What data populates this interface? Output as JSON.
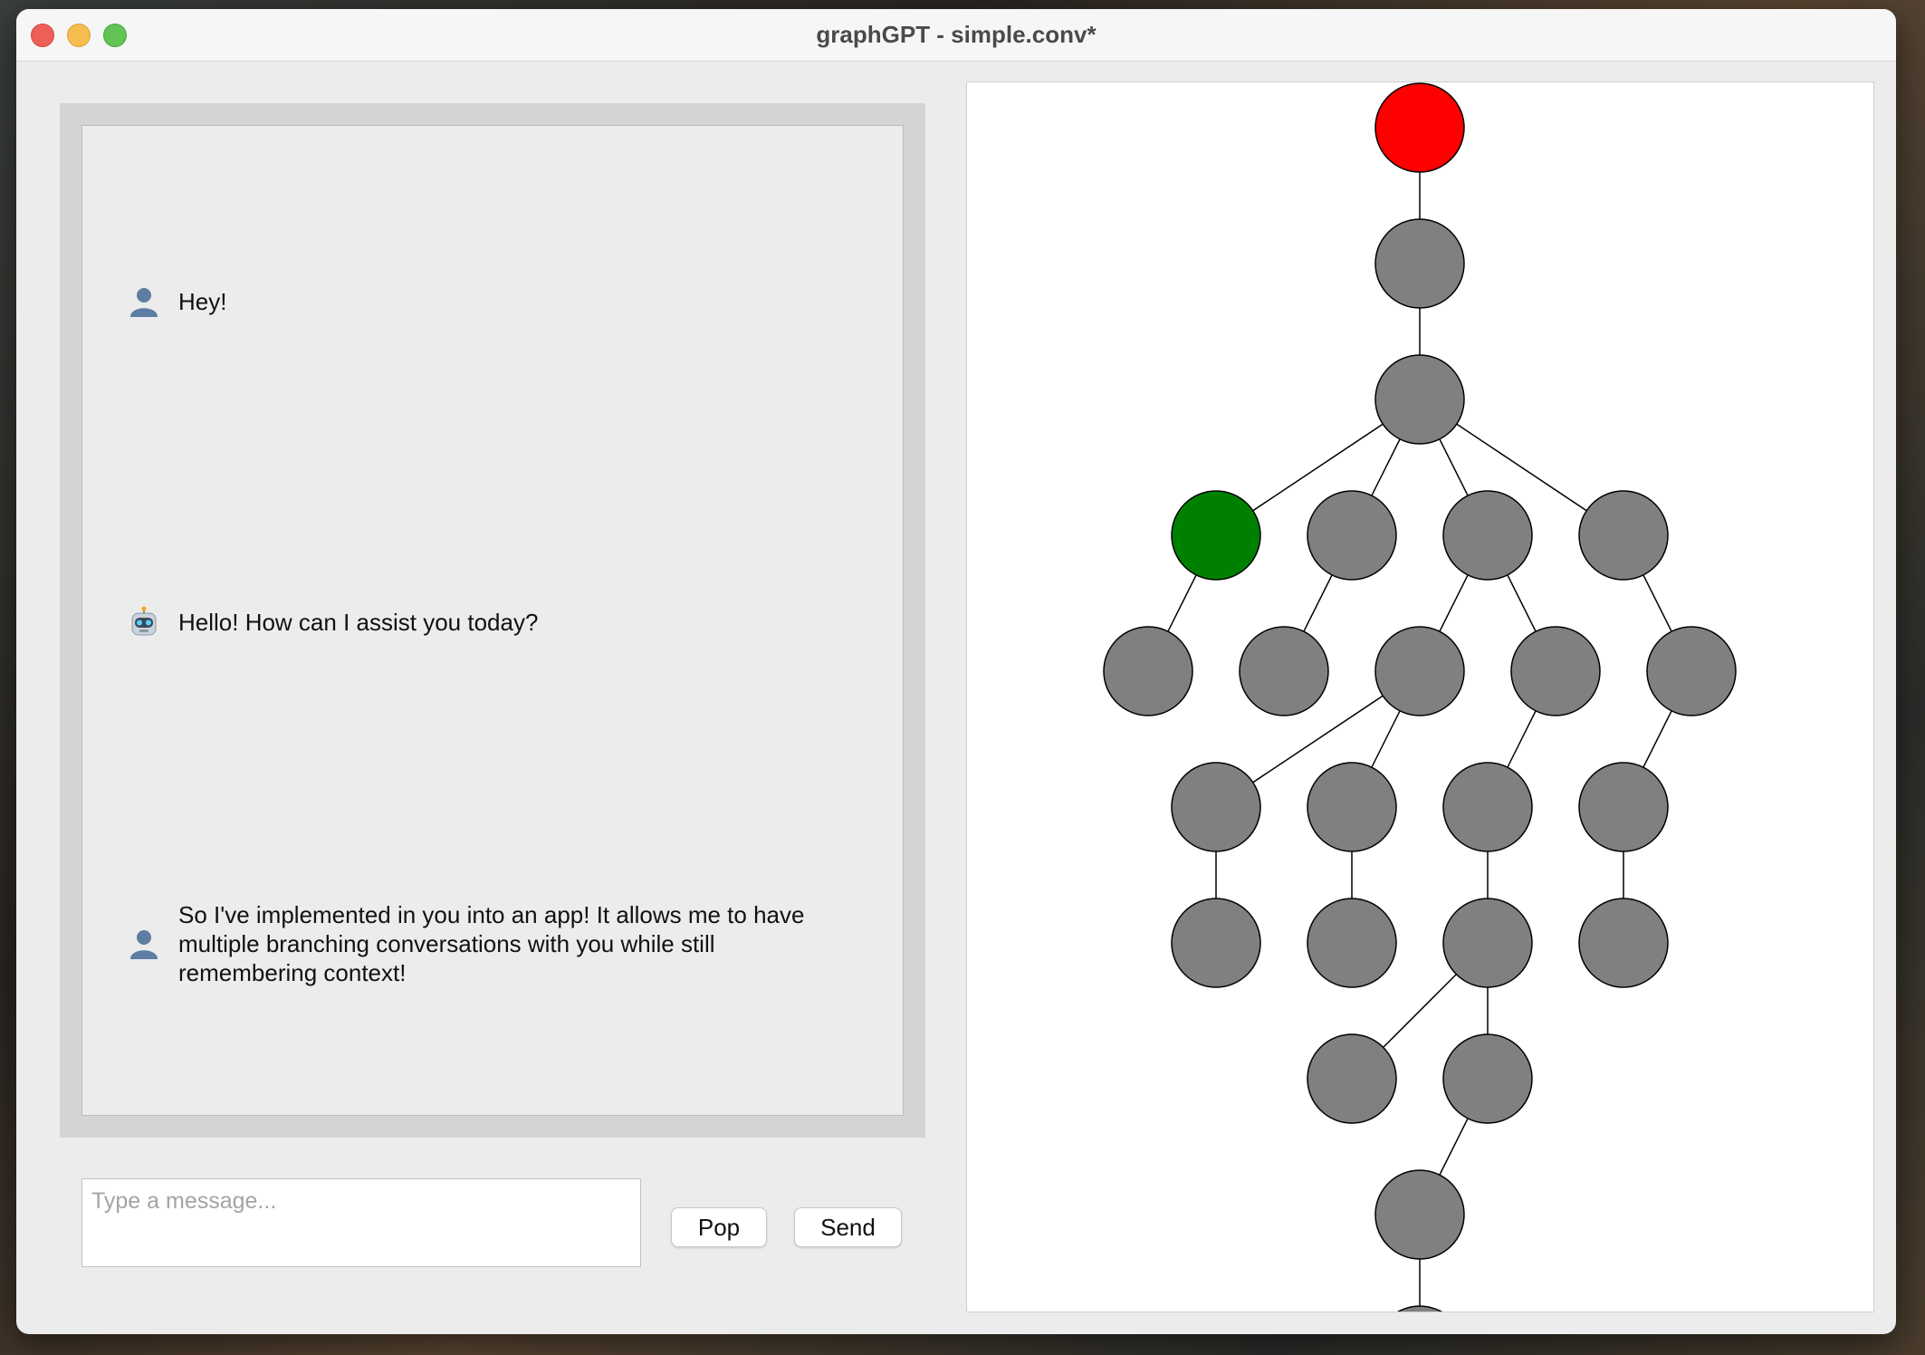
{
  "window": {
    "title": "graphGPT - simple.conv*"
  },
  "chat": {
    "messages": [
      {
        "role": "user",
        "icon": "user-icon",
        "text": "Hey!"
      },
      {
        "role": "assistant",
        "icon": "robot-icon",
        "text": "Hello! How can I assist you today?"
      },
      {
        "role": "user",
        "icon": "user-icon",
        "text": "So I've implemented in you into an app! It allows me to have multiple branching conversations with you while still remembering context!"
      }
    ]
  },
  "composer": {
    "placeholder": "Type a message...",
    "value": ""
  },
  "buttons": {
    "pop": "Pop",
    "send": "Send"
  },
  "graph": {
    "colors": {
      "root": "#ff0000",
      "current": "#008000",
      "node": "#808080"
    },
    "nodes": [
      {
        "id": "n0",
        "state": "root"
      },
      {
        "id": "n1",
        "state": "node"
      },
      {
        "id": "n2",
        "state": "node"
      },
      {
        "id": "n3",
        "state": "current"
      },
      {
        "id": "n4",
        "state": "node"
      },
      {
        "id": "n5",
        "state": "node"
      },
      {
        "id": "n6",
        "state": "node"
      },
      {
        "id": "n7",
        "state": "node"
      },
      {
        "id": "n8",
        "state": "node"
      },
      {
        "id": "n9",
        "state": "node"
      },
      {
        "id": "n10",
        "state": "node"
      },
      {
        "id": "n11",
        "state": "node"
      },
      {
        "id": "n12",
        "state": "node"
      },
      {
        "id": "n13",
        "state": "node"
      },
      {
        "id": "n14",
        "state": "node"
      },
      {
        "id": "n15",
        "state": "node"
      },
      {
        "id": "n16",
        "state": "node"
      },
      {
        "id": "n17",
        "state": "node"
      },
      {
        "id": "n18",
        "state": "node"
      },
      {
        "id": "n19",
        "state": "node"
      },
      {
        "id": "n20",
        "state": "node"
      },
      {
        "id": "n21",
        "state": "node"
      },
      {
        "id": "n22",
        "state": "node"
      },
      {
        "id": "n23",
        "state": "node"
      },
      {
        "id": "n24",
        "state": "node"
      }
    ],
    "edges": [
      [
        "n0",
        "n1"
      ],
      [
        "n1",
        "n2"
      ],
      [
        "n2",
        "n3"
      ],
      [
        "n2",
        "n4"
      ],
      [
        "n2",
        "n5"
      ],
      [
        "n2",
        "n6"
      ],
      [
        "n3",
        "n7"
      ],
      [
        "n4",
        "n8"
      ],
      [
        "n5",
        "n9"
      ],
      [
        "n5",
        "n10"
      ],
      [
        "n6",
        "n11"
      ],
      [
        "n9",
        "n12"
      ],
      [
        "n9",
        "n13"
      ],
      [
        "n10",
        "n14"
      ],
      [
        "n11",
        "n15"
      ],
      [
        "n12",
        "n16"
      ],
      [
        "n13",
        "n17"
      ],
      [
        "n14",
        "n18"
      ],
      [
        "n15",
        "n19"
      ],
      [
        "n18",
        "n20"
      ],
      [
        "n18",
        "n21"
      ],
      [
        "n21",
        "n22"
      ],
      [
        "n22",
        "n23"
      ]
    ]
  }
}
